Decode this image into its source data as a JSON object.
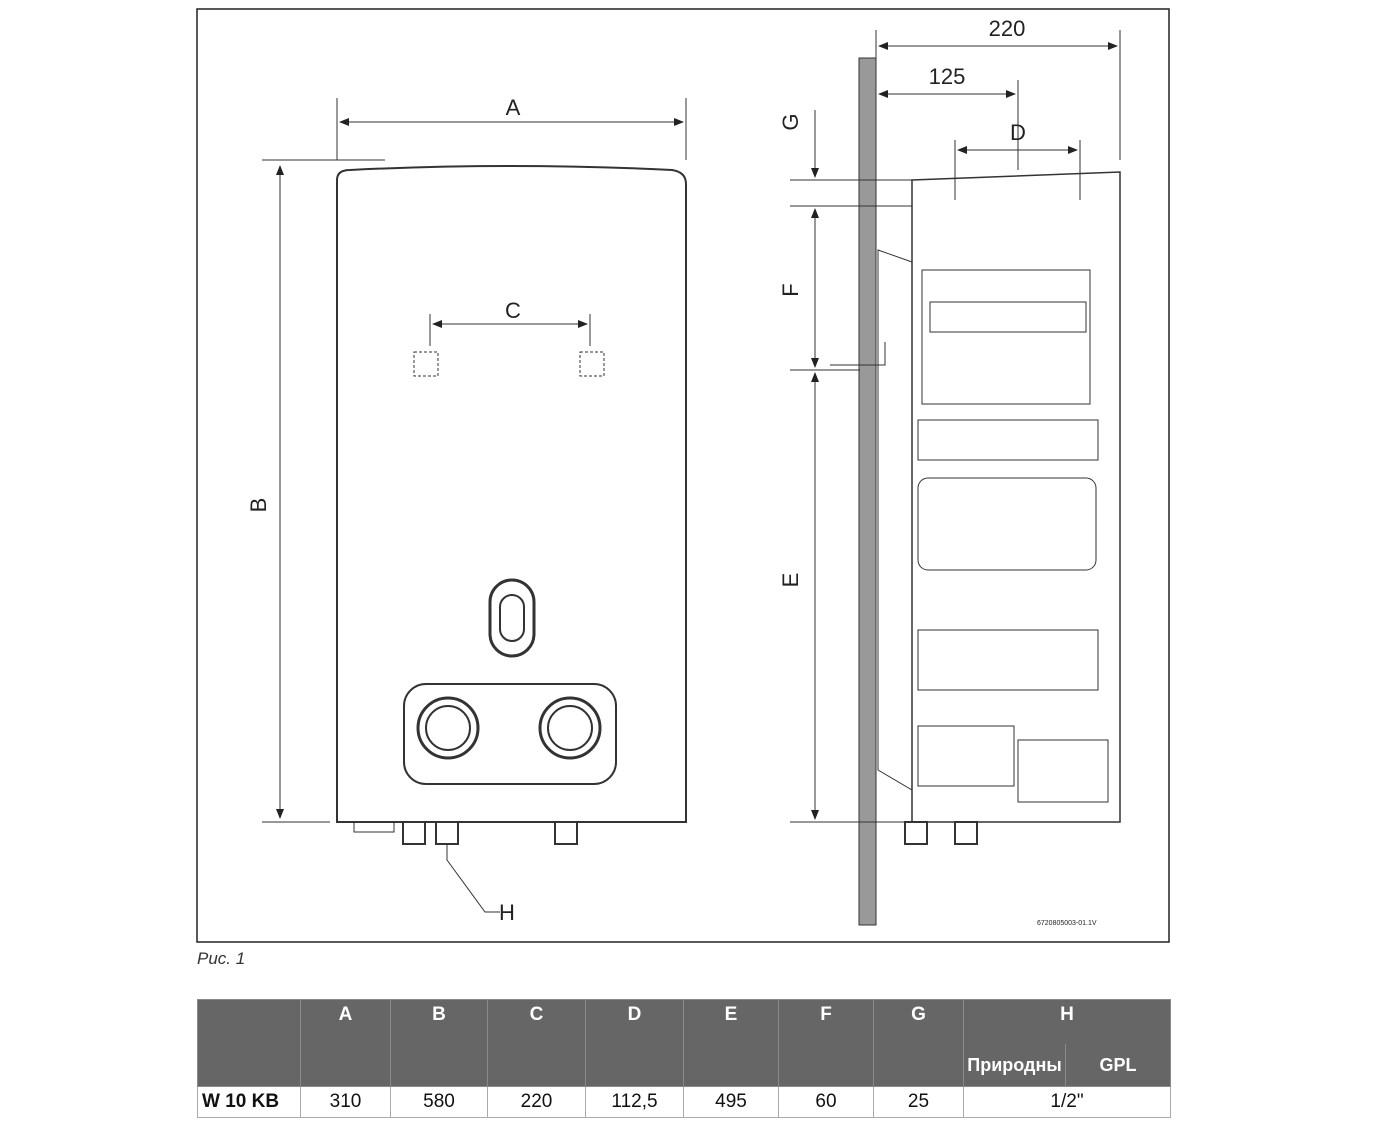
{
  "figure": {
    "labels": {
      "A": "A",
      "B": "B",
      "C": "C",
      "D": "D",
      "E": "E",
      "F": "F",
      "G": "G",
      "H": "H"
    },
    "dim_220": "220",
    "dim_125": "125",
    "code": "6720805003-01.1V"
  },
  "caption": "Рис. 1",
  "table": {
    "headers": [
      "",
      "A",
      "B",
      "C",
      "D",
      "E",
      "F",
      "G",
      "H"
    ],
    "h_sub": [
      "Природны",
      "GPL"
    ],
    "rows": [
      {
        "model": "W 10 KB",
        "values": [
          "310",
          "580",
          "220",
          "112,5",
          "495",
          "60",
          "25",
          "1/2\""
        ]
      }
    ]
  }
}
